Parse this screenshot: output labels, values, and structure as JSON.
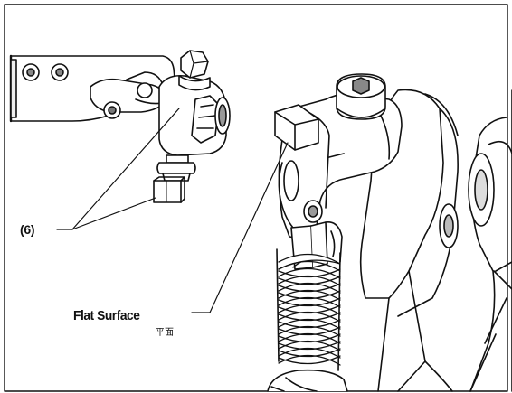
{
  "callouts": {
    "part_number": "(6)",
    "flat_surface": "Flat Surface",
    "flat_surface_cn": "平面"
  },
  "colors": {
    "line": "#111111",
    "fill": "#ffffff",
    "shade": "#cfcfcf"
  }
}
